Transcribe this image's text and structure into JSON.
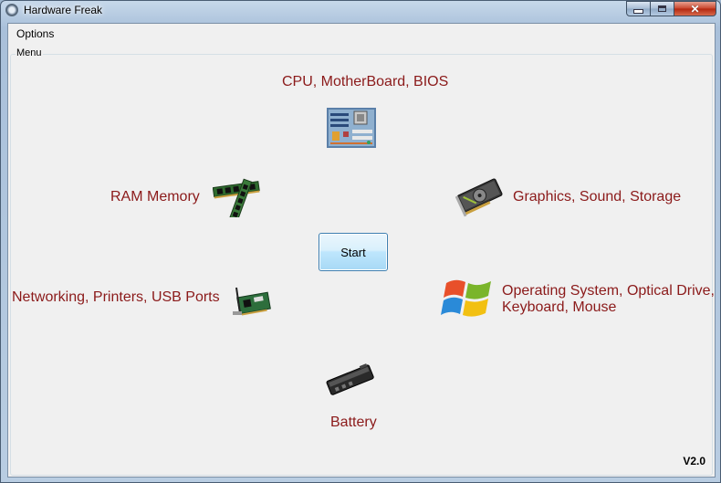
{
  "window": {
    "title": "Hardware Freak"
  },
  "menu": {
    "options_label": "Options"
  },
  "group": {
    "legend": "Menu"
  },
  "categories": {
    "cpu": "CPU, MotherBoard, BIOS",
    "ram": "RAM Memory",
    "graphics": "Graphics, Sound, Storage",
    "networking": "Networking, Printers, USB Ports",
    "os_line1": "Operating System, Optical Drive,",
    "os_line2": "Keyboard, Mouse",
    "battery": "Battery"
  },
  "start_label": "Start",
  "version": "V2.0",
  "icons": {
    "cpu": "motherboard-icon",
    "ram": "ram-modules-icon",
    "graphics": "graphics-card-icon",
    "networking": "network-card-icon",
    "os": "windows-logo-icon",
    "battery": "laptop-battery-icon"
  },
  "colors": {
    "label_text": "#8b1a1a",
    "close_button": "#c8442c"
  }
}
